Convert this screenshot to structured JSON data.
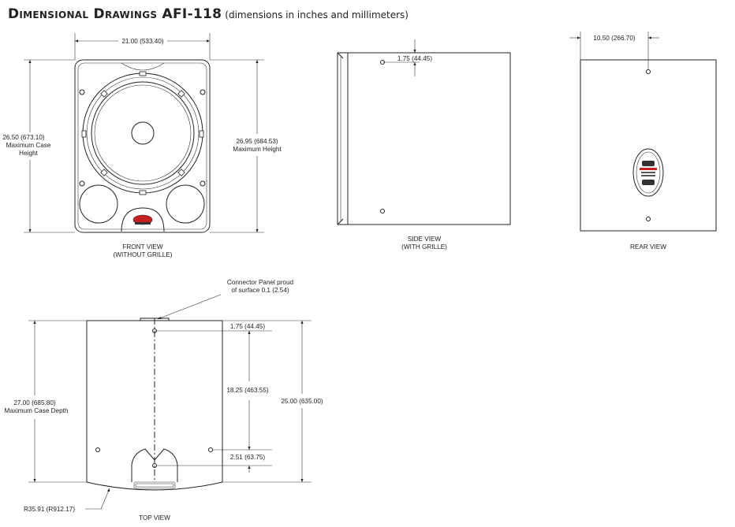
{
  "title": {
    "main": "Dimensional Drawings AFI-118",
    "subtitle": "(dimensions in inches and millimeters)"
  },
  "front_view": {
    "caption_line1": "FRONT VIEW",
    "caption_line2": "(WITHOUT GRILLE)",
    "width_dim": "21.00 (533.40)",
    "left_dim_line1": "26.50 (673.10)",
    "left_dim_line2": "Maximum Case",
    "left_dim_line3": "Height",
    "right_dim_line1": "26.95 (684.53)",
    "right_dim_line2": "Maximum Height"
  },
  "side_view": {
    "caption_line1": "SIDE VIEW",
    "caption_line2": "(WITH GRILLE)",
    "offset_dim": "1.75 (44.45)"
  },
  "rear_view": {
    "caption": "REAR VIEW",
    "offset_dim": "10.50 (266.70)"
  },
  "top_view": {
    "caption": "TOP VIEW",
    "callout_line1": "Connector Panel proud",
    "callout_line2": "of surface 0.1 (2.54)",
    "dim_top": "1.75 (44.45)",
    "dim_middle": "18.25 (463.55)",
    "dim_overall": "25.00 (635.00)",
    "dim_bottom": "2.51 (63.75)",
    "left_dim_line1": "27.00 (685.80)",
    "left_dim_line2": "Maximum Case Depth",
    "radius_label": "R35.91 (R912.17)"
  },
  "colors": {
    "logo_red": "#c8201e",
    "line": "#222222"
  }
}
